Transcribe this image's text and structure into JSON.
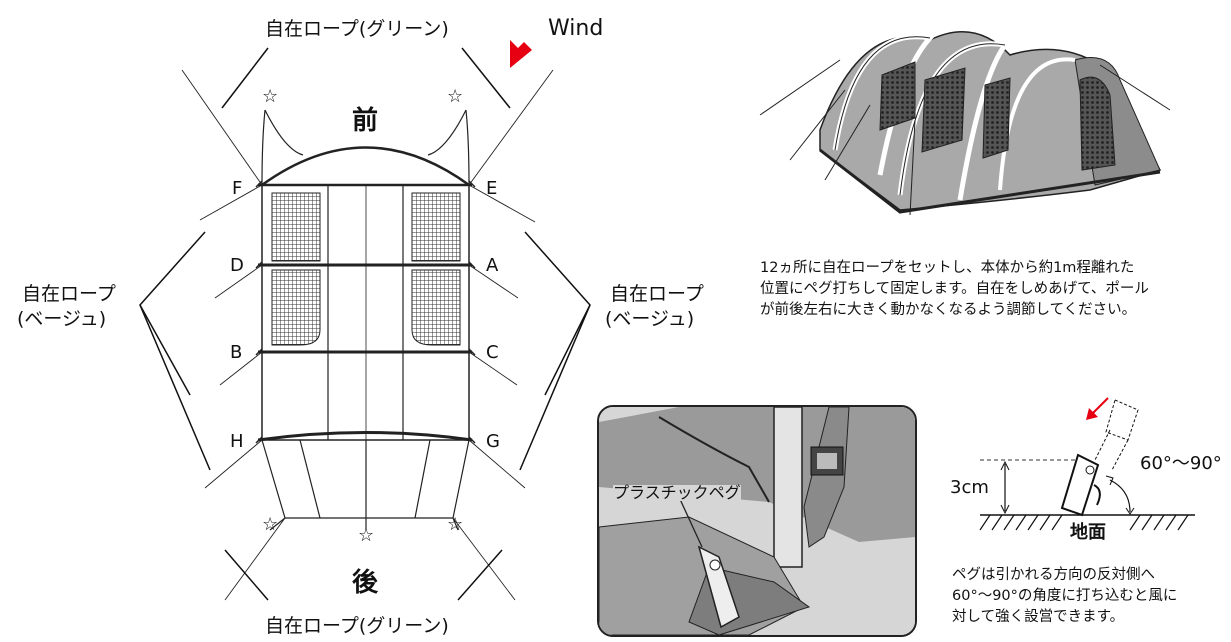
{
  "labels": {
    "green_rope_top": "自在ロープ(グリーン)",
    "green_rope_bottom": "自在ロープ(グリーン)",
    "wind": "Wind",
    "front": "前",
    "back": "後",
    "beige_left_1": "自在ロープ",
    "beige_left_2": "(ベージュ)",
    "beige_right_1": "自在ロープ",
    "beige_right_2": "(ベージュ)",
    "points": {
      "F": "F",
      "E": "E",
      "D": "D",
      "A": "A",
      "B": "B",
      "C": "C",
      "H": "H",
      "G": "G"
    },
    "plastic_peg": "プラスチックペグ",
    "depth": "3cm",
    "angle": "60°〜90°",
    "ground": "地面"
  },
  "captions": {
    "rope_setup": [
      "12ヵ所に自在ロープをセットし、本体から約1m程離れた",
      "位置にペグ打ちして固定します。自在をしめあげて、ポール",
      "が前後左右に大きく動かなくなるよう調節してください。"
    ],
    "peg_angle": [
      "ペグは引かれる方向の反対側へ",
      "60°〜90°の角度に打ち込むと風に",
      "対して強く設営できます。"
    ]
  },
  "colors": {
    "wind_arrow": "#e60012",
    "tent_body": "#a9a9a9",
    "mesh": "#444444"
  }
}
